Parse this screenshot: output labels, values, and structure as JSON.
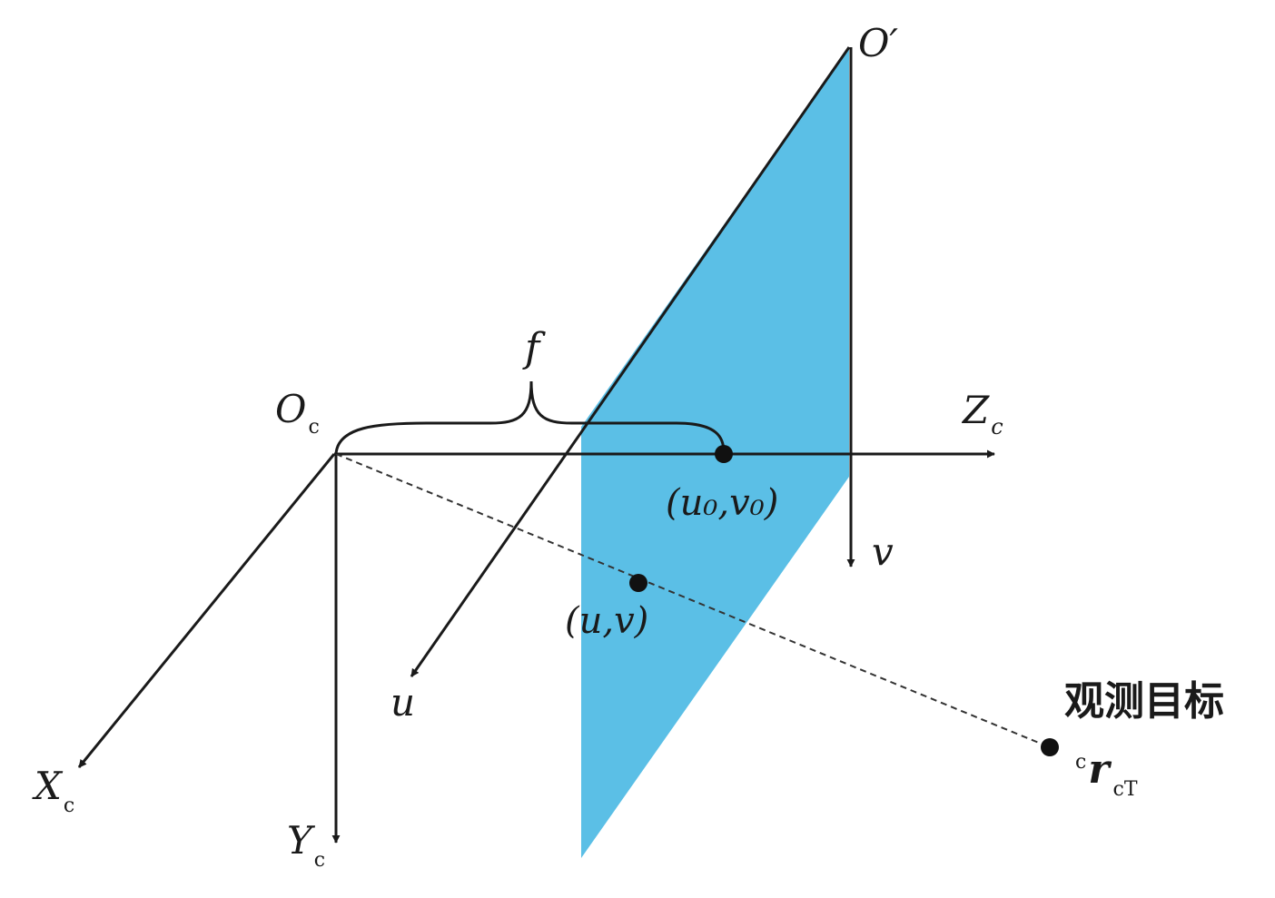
{
  "colors": {
    "image_plane": "#5bbfe6",
    "line": "#1a1a1a",
    "point": "#111111"
  },
  "labels": {
    "camera_origin": "O",
    "camera_origin_sub": "c",
    "image_origin": "O′",
    "axis_x": "X",
    "axis_x_sub": "c",
    "axis_y": "Y",
    "axis_y_sub": "c",
    "axis_z": "Z",
    "axis_z_sub": "c",
    "focal_length": "f",
    "image_u": "u",
    "image_v": "v",
    "principal_point": "(u₀,v₀)",
    "image_point": "(u,v)",
    "target_caption": "观测目标",
    "target_pre_sup": "c",
    "target_symbol": "r",
    "target_sub": "cT"
  }
}
